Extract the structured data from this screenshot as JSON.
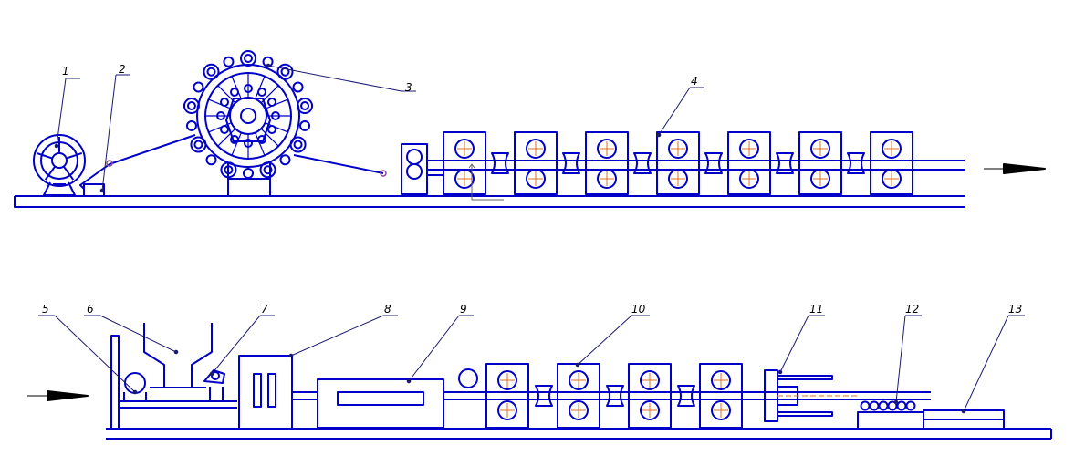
{
  "diagram": {
    "type": "production-line-schematic",
    "line_color": "#0000c8",
    "leader_color": "#1a1a6e",
    "axis_color": "#e07020",
    "arrow_color": "#000000",
    "callouts": [
      "1",
      "2",
      "3",
      "4",
      "5",
      "6",
      "7",
      "8",
      "9",
      "10",
      "11",
      "12",
      "13"
    ],
    "icons": [
      "flow-direction-arrow-icon",
      "flow-direction-arrow-icon"
    ]
  }
}
